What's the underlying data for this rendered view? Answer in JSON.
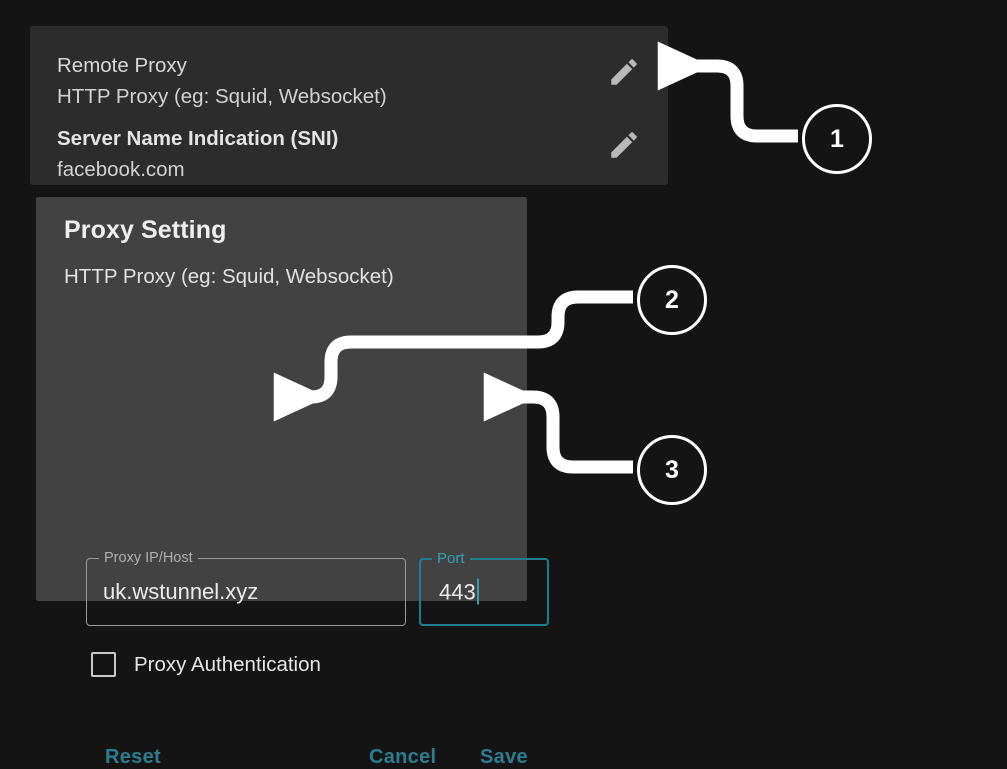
{
  "app": {
    "background_color": "#141414",
    "accent_color": "#2b7e91",
    "panel_color": "#2c2c2c",
    "dialog_color": "#424242",
    "annotation_color": "#ffffff"
  },
  "settings_panel": {
    "rows": [
      {
        "title": "Remote Proxy",
        "subtitle": "HTTP Proxy (eg: Squid, Websocket)",
        "bold_title": false,
        "icon": "pencil-edit-icon"
      },
      {
        "title": "Server Name Indication (SNI)",
        "subtitle": "facebook.com",
        "bold_title": true,
        "icon": "pencil-edit-icon"
      }
    ]
  },
  "dialog": {
    "title": "Proxy Setting",
    "subtitle": "HTTP Proxy (eg: Squid, Websocket)",
    "fields": [
      {
        "label": "Proxy IP/Host",
        "value": "uk.wstunnel.xyz",
        "placeholder": "",
        "focused": false
      },
      {
        "label": "Port",
        "value": "443",
        "placeholder": "",
        "focused": true
      }
    ],
    "checkbox": {
      "label": "Proxy Authentication",
      "checked": false
    },
    "buttons": {
      "reset": "Reset",
      "cancel": "Cancel",
      "save": "Save"
    }
  },
  "annotations": {
    "callouts": [
      {
        "number": "1"
      },
      {
        "number": "2"
      },
      {
        "number": "3"
      }
    ]
  }
}
